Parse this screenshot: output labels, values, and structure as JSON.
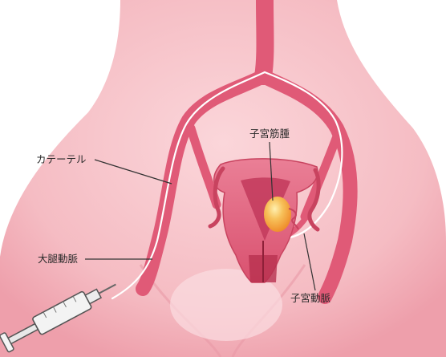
{
  "labels": {
    "catheter": "カテーテル",
    "femoral_artery": "大腿動脈",
    "fibroid": "子宮筋腫",
    "uterine_artery": "子宮動脈"
  },
  "colors": {
    "background": "#ffffff",
    "body_skin": "#f4b9c0",
    "body_highlight": "#fbd8dc",
    "artery": "#e05a77",
    "artery_dark": "#c8435f",
    "catheter": "#ffffff",
    "uterus": "#e26a85",
    "uterus_inner": "#c23a5c",
    "fibroid": "#f4a640",
    "label_text": "#2a2a2a",
    "leader_line": "#333333"
  },
  "icons": [
    "syringe-icon",
    "uterus-icon",
    "fibroid-icon"
  ]
}
